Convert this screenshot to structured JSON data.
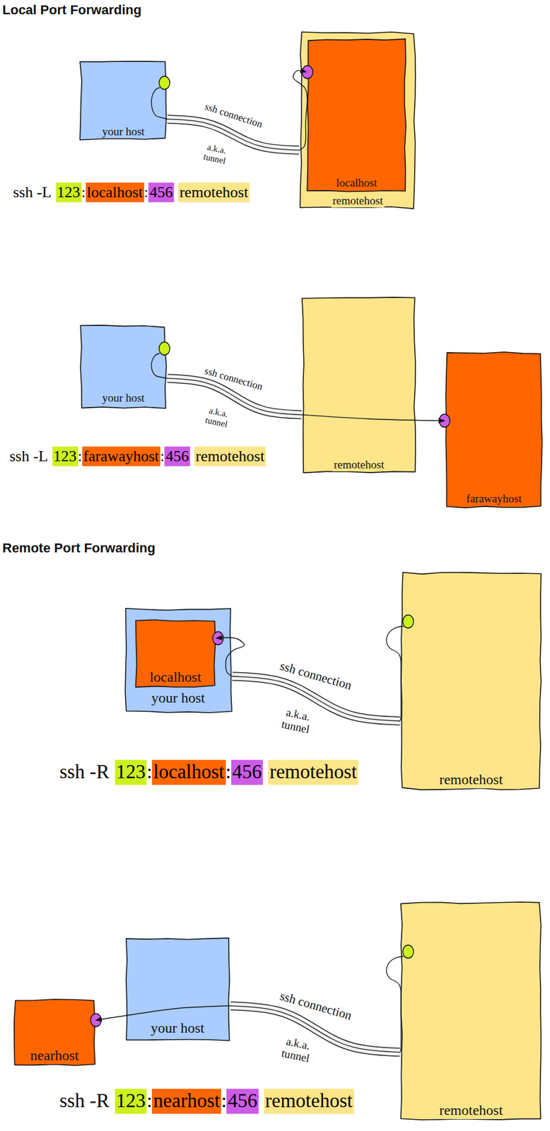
{
  "diagram": {
    "nodes": [
      {
        "text": [
          "your host"
        ]
      },
      {
        "text": [
          "remotehost"
        ]
      },
      {
        "text": [
          "localhost"
        ],
        "in": 1
      },
      {
        "text": [
          "your host"
        ]
      },
      {
        "text": [
          "remotehost"
        ]
      },
      {
        "text": [
          "farawayhost"
        ]
      },
      {
        "text": [
          "your host"
        ]
      },
      {
        "text": [
          "localhost"
        ],
        "in": 6
      },
      {
        "text": [
          "remotehost"
        ]
      },
      {
        "text": [
          "nearhost"
        ]
      },
      {
        "text": [
          "your host"
        ]
      },
      {
        "text": [
          "remotehost"
        ]
      }
    ],
    "edges": [
      {
        "from": 0,
        "to": 1,
        "arrow": "none",
        "label": "ssh connection"
      },
      {
        "from": 1,
        "to": 2,
        "arrow": "to"
      },
      {
        "from": 3,
        "to": 4,
        "arrow": "none",
        "label": "ssh connection"
      },
      {
        "from": 4,
        "to": 5,
        "arrow": "to"
      },
      {
        "from": 6,
        "to": 8,
        "arrow": "none",
        "label": "ssh connection"
      },
      {
        "from": 6,
        "to": 7,
        "arrow": "to"
      },
      {
        "from": 10,
        "to": 11,
        "arrow": "none",
        "label": "ssh connection"
      },
      {
        "from": 10,
        "to": 9,
        "arrow": "to"
      }
    ],
    "labels": [
      "Local Port Forwarding",
      "a.k.a. tunnel",
      "ssh -L",
      "123",
      ":",
      "localhost",
      ":",
      "456",
      "remotehost",
      "a.k.a. tunnel",
      "ssh -L",
      "123",
      ":",
      "farawayhost",
      ":",
      "456",
      "remotehost",
      "Remote Port Forwarding",
      "a.k.a. tunnel",
      "ssh -R",
      "123",
      ":",
      "localhost",
      ":",
      "456",
      "remotehost",
      "a.k.a. tunnel",
      "ssh -R",
      "123",
      ":",
      "nearhost",
      ":",
      "456",
      "remotehost"
    ]
  }
}
